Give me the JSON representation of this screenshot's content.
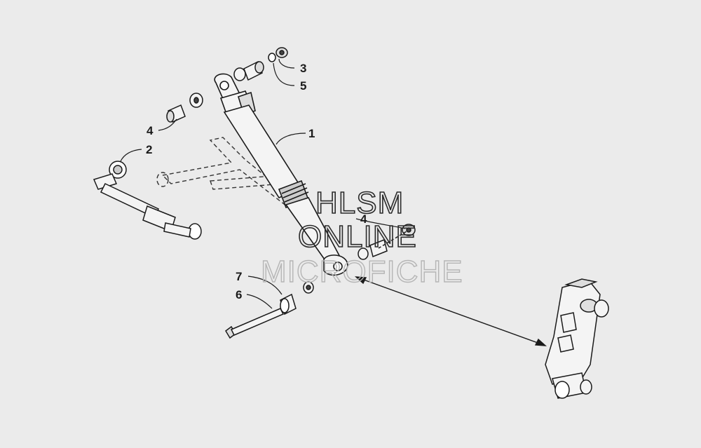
{
  "callouts": {
    "c1": "1",
    "c2": "2",
    "c3": "3",
    "c4a": "4",
    "c4b": "4",
    "c5": "5",
    "c6": "6",
    "c7": "7"
  },
  "watermark": {
    "line1": "HLSM",
    "line2": "ONLINE",
    "line3": "MICROFICHE"
  },
  "colors": {
    "background": "#ebebeb",
    "linework": "#1a1a1a",
    "watermark_dark": "#2a2a2a",
    "watermark_light": "#b5b5b5"
  }
}
